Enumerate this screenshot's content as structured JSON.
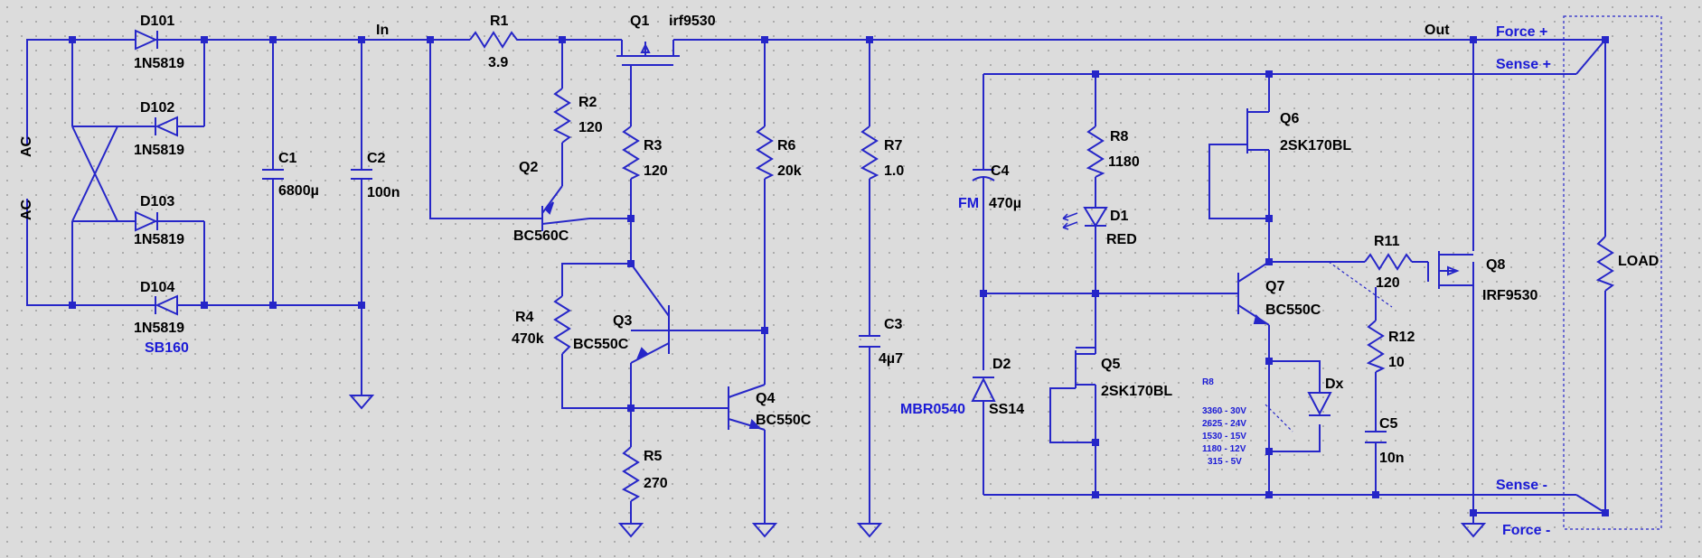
{
  "colors": {
    "background": "#dcdcdc",
    "wire": "#2626c8",
    "label": "#000000",
    "annotation": "#1a1ad6"
  },
  "labels": {
    "ac_top": "AC",
    "ac_bottom": "AC",
    "in": "In",
    "out": "Out",
    "force_plus": "Force +",
    "sense_plus": "Sense +",
    "sense_minus": "Sense -",
    "force_minus": "Force -"
  },
  "components": {
    "D101": {
      "ref": "D101",
      "value": "1N5819"
    },
    "D102": {
      "ref": "D102",
      "value": "1N5819"
    },
    "D103": {
      "ref": "D103",
      "value": "1N5819"
    },
    "D104": {
      "ref": "D104",
      "value": "1N5819"
    },
    "C1": {
      "ref": "C1",
      "value": "6800µ"
    },
    "C2": {
      "ref": "C2",
      "value": "100n"
    },
    "R1": {
      "ref": "R1",
      "value": "3.9"
    },
    "R2": {
      "ref": "R2",
      "value": "120"
    },
    "R3": {
      "ref": "R3",
      "value": "120"
    },
    "R4": {
      "ref": "R4",
      "value": "470k"
    },
    "R5": {
      "ref": "R5",
      "value": "270"
    },
    "R6": {
      "ref": "R6",
      "value": "20k"
    },
    "R7": {
      "ref": "R7",
      "value": "1.0"
    },
    "R8": {
      "ref": "R8",
      "value": "1180"
    },
    "R11": {
      "ref": "R11",
      "value": "120"
    },
    "R12": {
      "ref": "R12",
      "value": "10"
    },
    "Q1": {
      "ref": "Q1",
      "value": "irf9530"
    },
    "Q2": {
      "ref": "Q2",
      "value": "BC560C"
    },
    "Q3": {
      "ref": "Q3",
      "value": "BC550C"
    },
    "Q4": {
      "ref": "Q4",
      "value": "BC550C"
    },
    "Q5": {
      "ref": "Q5",
      "value": "2SK170BL"
    },
    "Q6": {
      "ref": "Q6",
      "value": "2SK170BL"
    },
    "Q7": {
      "ref": "Q7",
      "value": "BC550C"
    },
    "Q8": {
      "ref": "Q8",
      "value": "IRF9530"
    },
    "C3": {
      "ref": "C3",
      "value": "4µ7"
    },
    "C4": {
      "ref": "C4",
      "value": "470µ"
    },
    "C5": {
      "ref": "C5",
      "value": "10n"
    },
    "D1": {
      "ref": "D1",
      "value": "RED"
    },
    "D2": {
      "ref": "D2",
      "value": "SS14"
    },
    "Dx": {
      "ref": "Dx"
    },
    "LOAD": {
      "ref": "LOAD"
    }
  },
  "annotations": {
    "sb160": "SB160",
    "fm": "FM",
    "mbr0540": "MBR0540",
    "r8_table_title": "R8",
    "r8_table": [
      "3360 - 30V",
      "2625 - 24V",
      "1530 - 15V",
      "1180 - 12V",
      "315 - 5V"
    ]
  }
}
